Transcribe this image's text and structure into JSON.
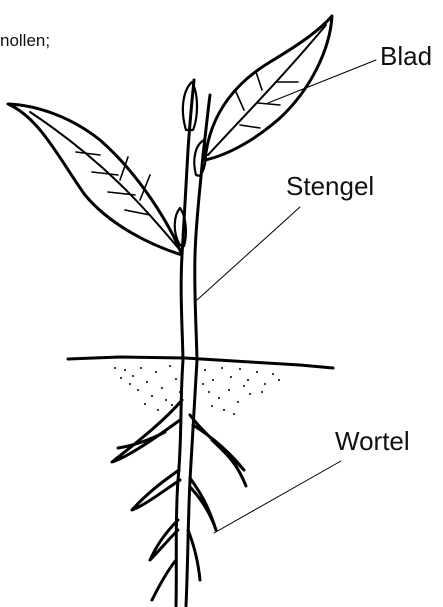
{
  "fragment_text": "nollen;",
  "labels": {
    "leaf": "Blad",
    "stem": "Stengel",
    "root": "Wortel"
  }
}
